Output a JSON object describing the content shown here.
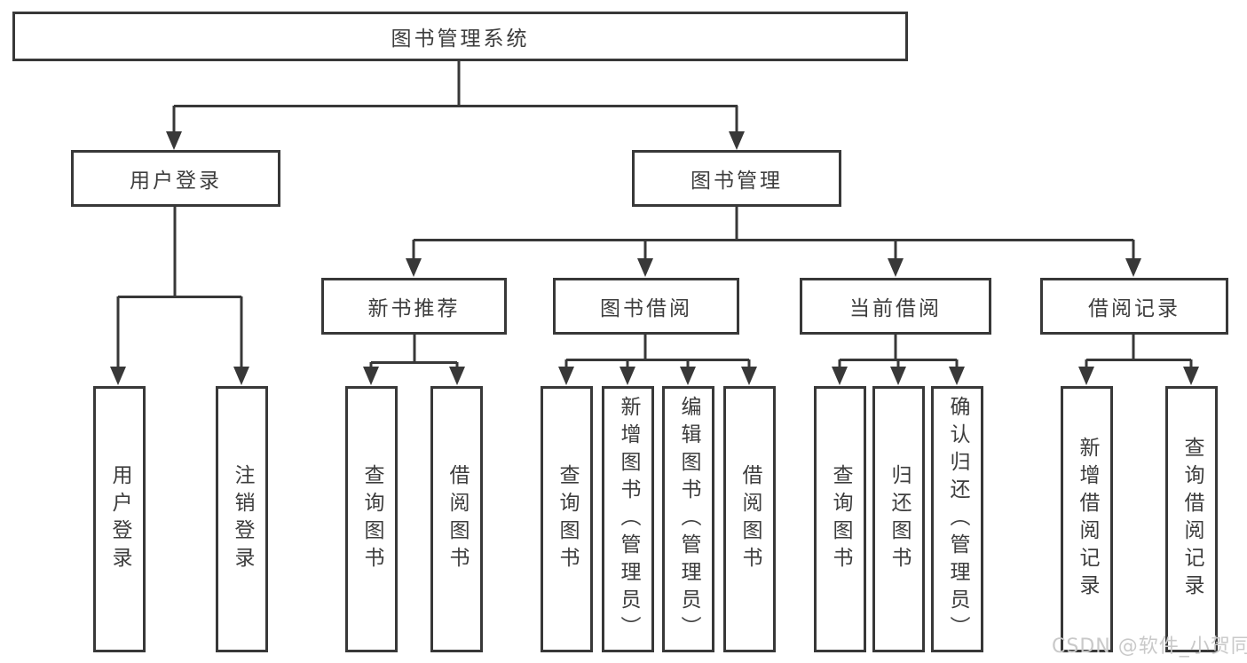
{
  "diagram_title": "图书管理系统",
  "tree": {
    "label": "图书管理系统",
    "children": [
      {
        "label": "用户登录",
        "children": [
          {
            "label": "用户登录"
          },
          {
            "label": "注销登录"
          }
        ]
      },
      {
        "label": "图书管理",
        "children": [
          {
            "label": "新书推荐",
            "children": [
              {
                "label": "查询图书"
              },
              {
                "label": "借阅图书"
              }
            ]
          },
          {
            "label": "图书借阅",
            "children": [
              {
                "label": "查询图书"
              },
              {
                "label": "新增图书（管理员）"
              },
              {
                "label": "编辑图书（管理员）"
              },
              {
                "label": "借阅图书"
              }
            ]
          },
          {
            "label": "当前借阅",
            "children": [
              {
                "label": "查询图书"
              },
              {
                "label": "归还图书"
              },
              {
                "label": "确认归还（管理员）"
              }
            ]
          },
          {
            "label": "借阅记录",
            "children": [
              {
                "label": "新增借阅记录"
              },
              {
                "label": "查询借阅记录"
              }
            ]
          }
        ]
      }
    ]
  },
  "watermark": "CSDN @软件_小贺同学",
  "colors": {
    "line": "#383838",
    "text": "#3d3d3d",
    "background": "#ffffff",
    "watermark": "#c9c9c9"
  }
}
